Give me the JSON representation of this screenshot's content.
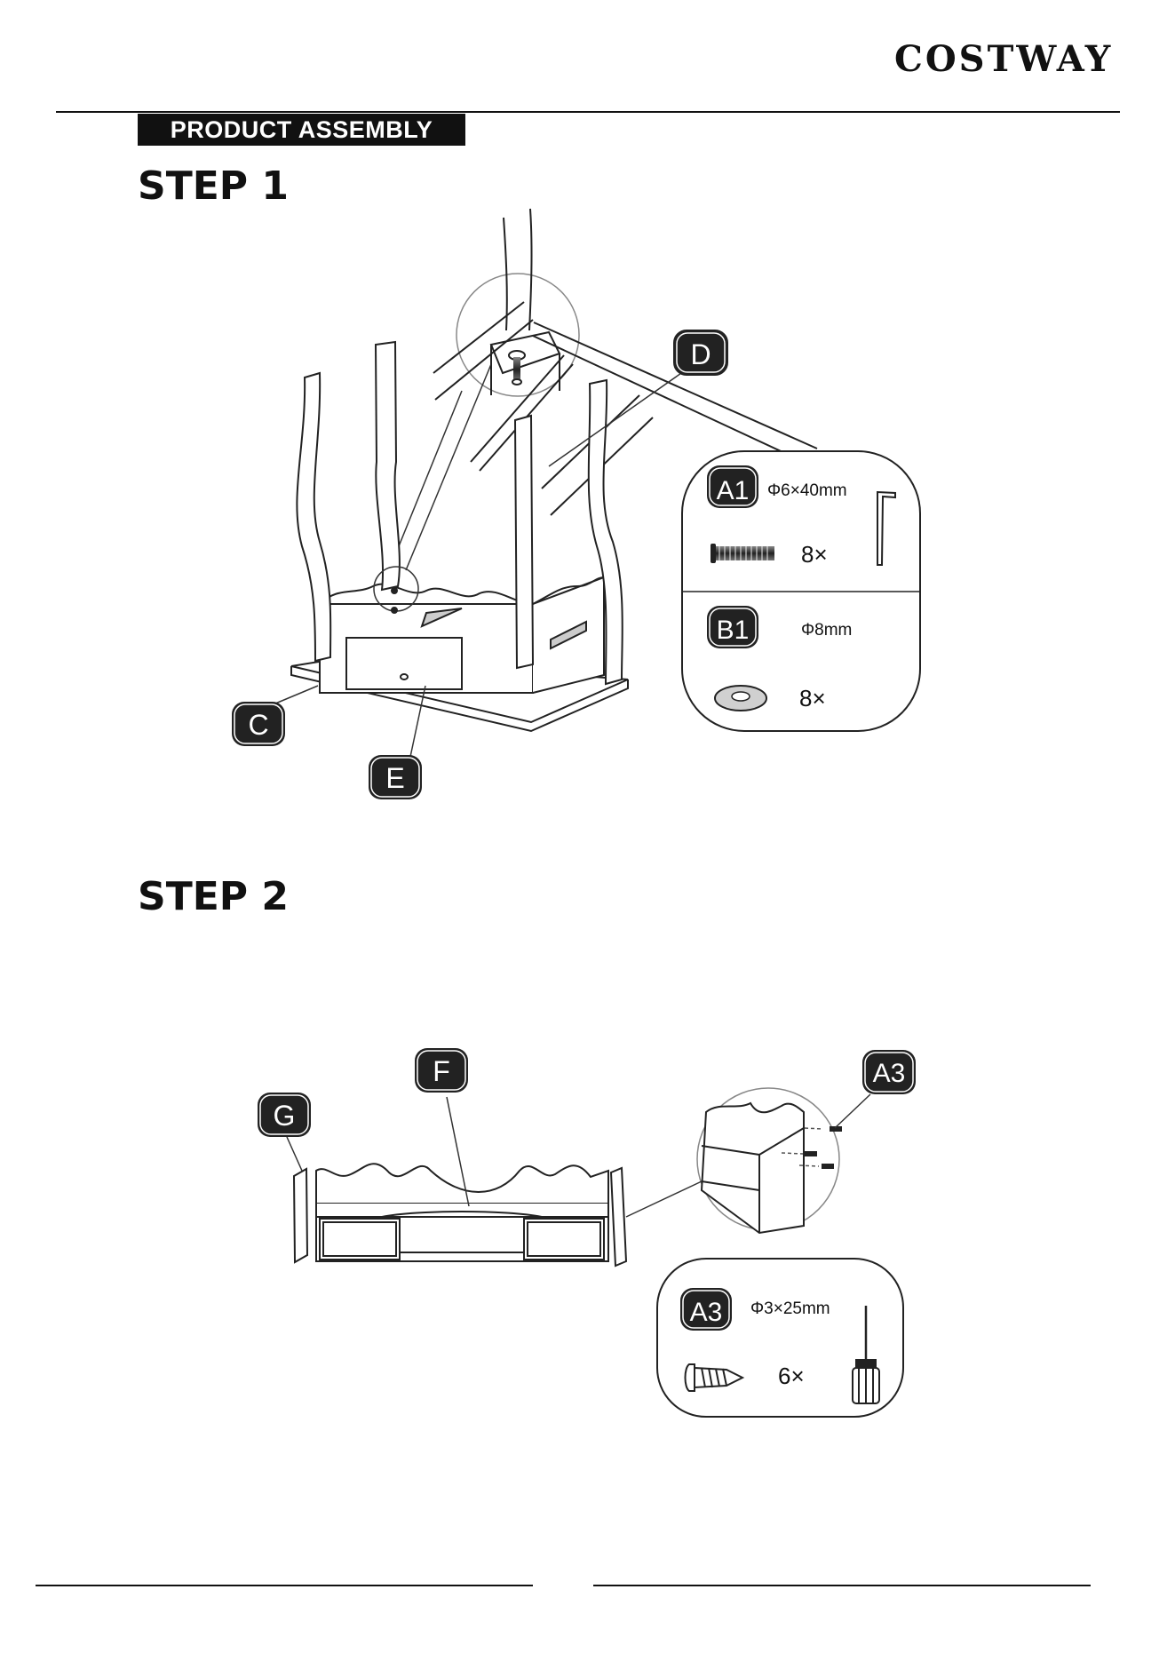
{
  "brand": "COSTWAY",
  "section_label": "PRODUCT ASSEMBLY",
  "step1": {
    "title": "STEP 1",
    "part_labels": [
      "D",
      "C",
      "E"
    ],
    "hardware": [
      {
        "code": "A1",
        "spec": "Φ6×40mm",
        "qty": "8×",
        "tool": "allen-key"
      },
      {
        "code": "B1",
        "spec": "Φ8mm",
        "qty": "8×"
      }
    ]
  },
  "step2": {
    "title": "STEP 2",
    "part_labels": [
      "F",
      "G",
      "A3"
    ],
    "hardware": [
      {
        "code": "A3",
        "spec": "Φ3×25mm",
        "qty": "6×",
        "tool": "screwdriver"
      }
    ]
  }
}
